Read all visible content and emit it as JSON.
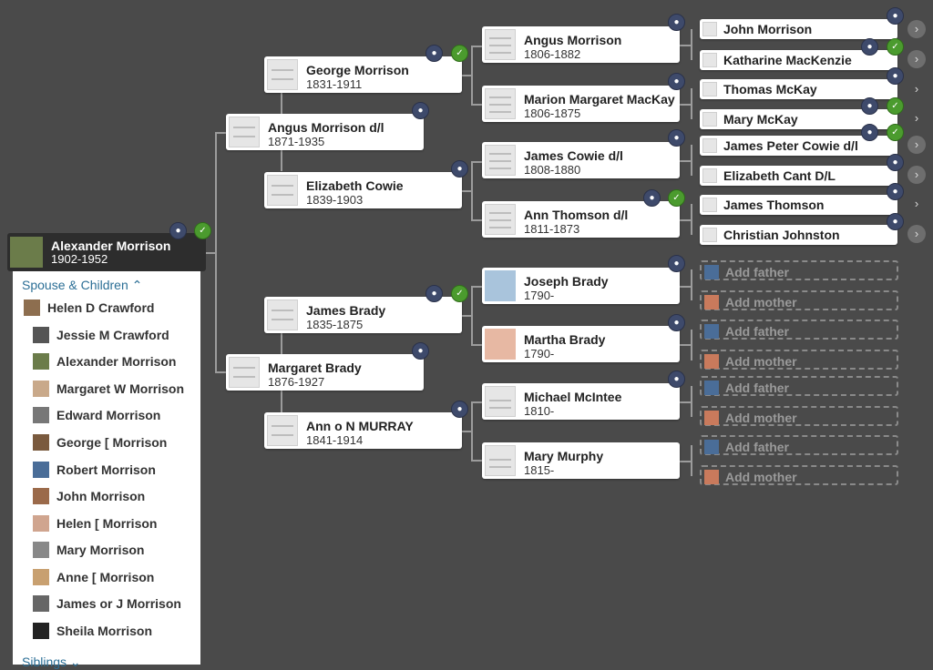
{
  "root": {
    "name": "Alexander Morrison",
    "dates": "1902-1952"
  },
  "gen1": [
    {
      "name": "Angus Morrison d/l",
      "dates": "1871-1935"
    },
    {
      "name": "Margaret Brady",
      "dates": "1876-1927"
    }
  ],
  "gen2": [
    {
      "name": "George Morrison",
      "dates": "1831-1911"
    },
    {
      "name": "Elizabeth Cowie",
      "dates": "1839-1903"
    },
    {
      "name": "James Brady",
      "dates": "1835-1875"
    },
    {
      "name": "Ann o N MURRAY",
      "dates": "1841-1914"
    }
  ],
  "gen3": [
    {
      "name": "Angus Morrison",
      "dates": "1806-1882"
    },
    {
      "name": "Marion Margaret MacKay",
      "dates": "1806-1875"
    },
    {
      "name": "James Cowie d/l",
      "dates": "1808-1880"
    },
    {
      "name": "Ann Thomson d/l",
      "dates": "1811-1873"
    },
    {
      "name": "Joseph Brady",
      "dates": "1790-"
    },
    {
      "name": "Martha Brady",
      "dates": "1790-"
    },
    {
      "name": "Michael McIntee",
      "dates": "1810-"
    },
    {
      "name": "Mary Murphy",
      "dates": "1815-"
    }
  ],
  "gen4": [
    "John Morrison",
    "Katharine MacKenzie",
    "Thomas McKay",
    "Mary McKay",
    "James Peter Cowie d/l",
    "Elizabeth Cant D/L",
    "James Thomson",
    "Christian Johnston"
  ],
  "add_labels": {
    "father": "Add father",
    "mother": "Add mother"
  },
  "panel": {
    "spouse_header": "Spouse & Children",
    "spouse": "Helen D Crawford",
    "children": [
      "Jessie M Crawford",
      "Alexander Morrison",
      "Margaret W Morrison",
      "Edward Morrison",
      "George [ Morrison",
      "Robert Morrison",
      "John Morrison",
      "Helen [ Morrison",
      "Mary Morrison",
      "Anne [ Morrison",
      "James or J Morrison",
      "Sheila Morrison"
    ],
    "siblings_header": "Siblings"
  },
  "icons": {
    "family": "family-icon",
    "hint": "leaf-hint-icon",
    "expand": "chevron-right-icon"
  },
  "colors": {
    "background": "#4a4a4a",
    "hint": "#4b9b2e",
    "family_badge": "#3e4a6b",
    "link": "#2c6f96"
  }
}
